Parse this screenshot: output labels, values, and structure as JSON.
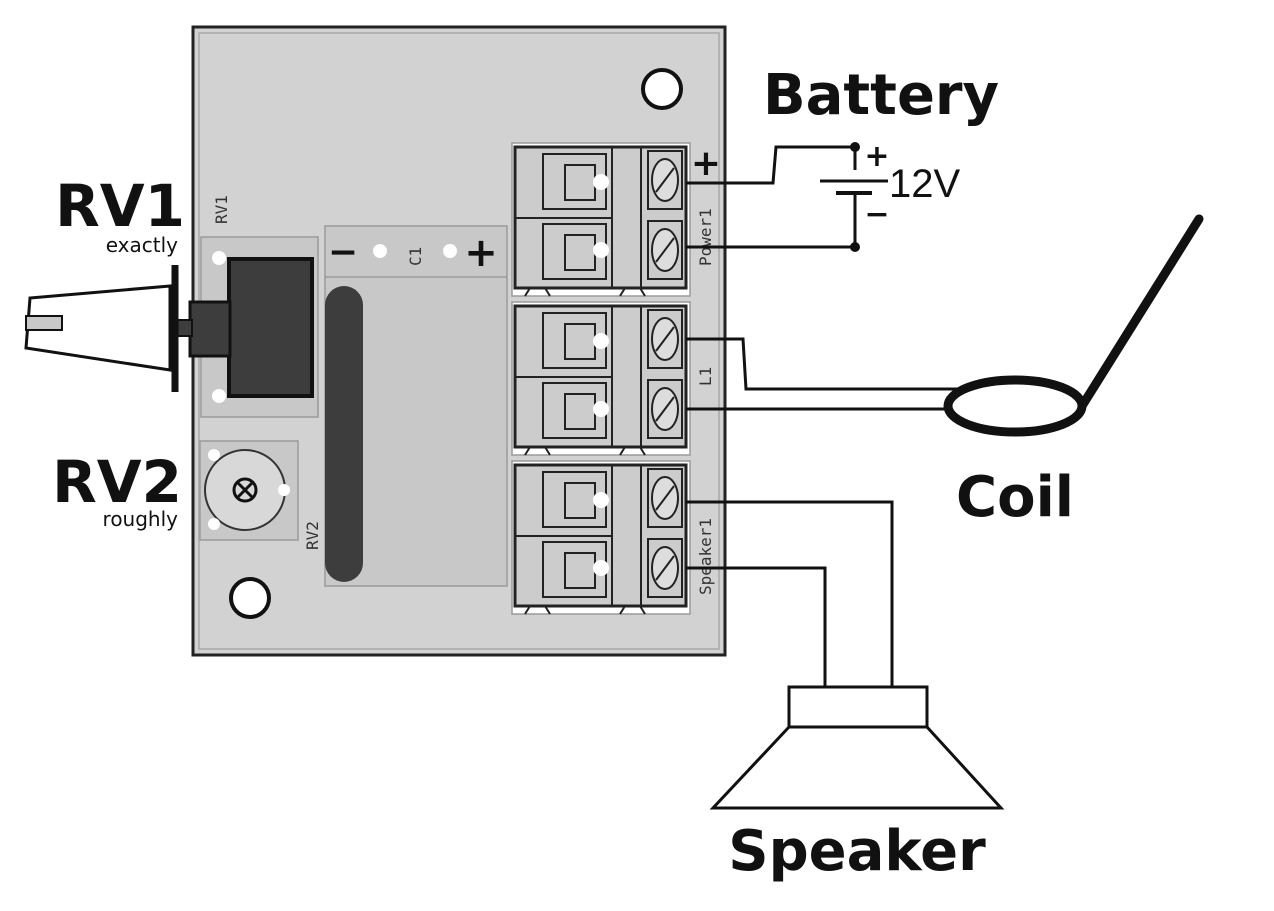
{
  "labels": {
    "battery": "Battery",
    "voltage": "12V",
    "battery_plus": "+",
    "battery_minus": "−",
    "rv1": "RV1",
    "rv1_note": "exactly",
    "rv2": "RV2",
    "rv2_note": "roughly",
    "coil": "Coil",
    "speaker": "Speaker"
  },
  "pcb": {
    "silk_rv1": "RV1",
    "silk_rv2": "RV2",
    "silk_c1": "C1",
    "c1_minus": "−",
    "c1_plus": "+",
    "terminal_power": "Power1",
    "terminal_power_plus": "+",
    "terminal_coil": "L1",
    "terminal_speaker": "Speaker1"
  },
  "colors": {
    "board": "#d2d2d2",
    "board_edge": "#222222",
    "terminal_block": "#c8c8c8",
    "component_dark": "#3d3d3d",
    "pad": "#ffffff",
    "wire": "#111111"
  }
}
